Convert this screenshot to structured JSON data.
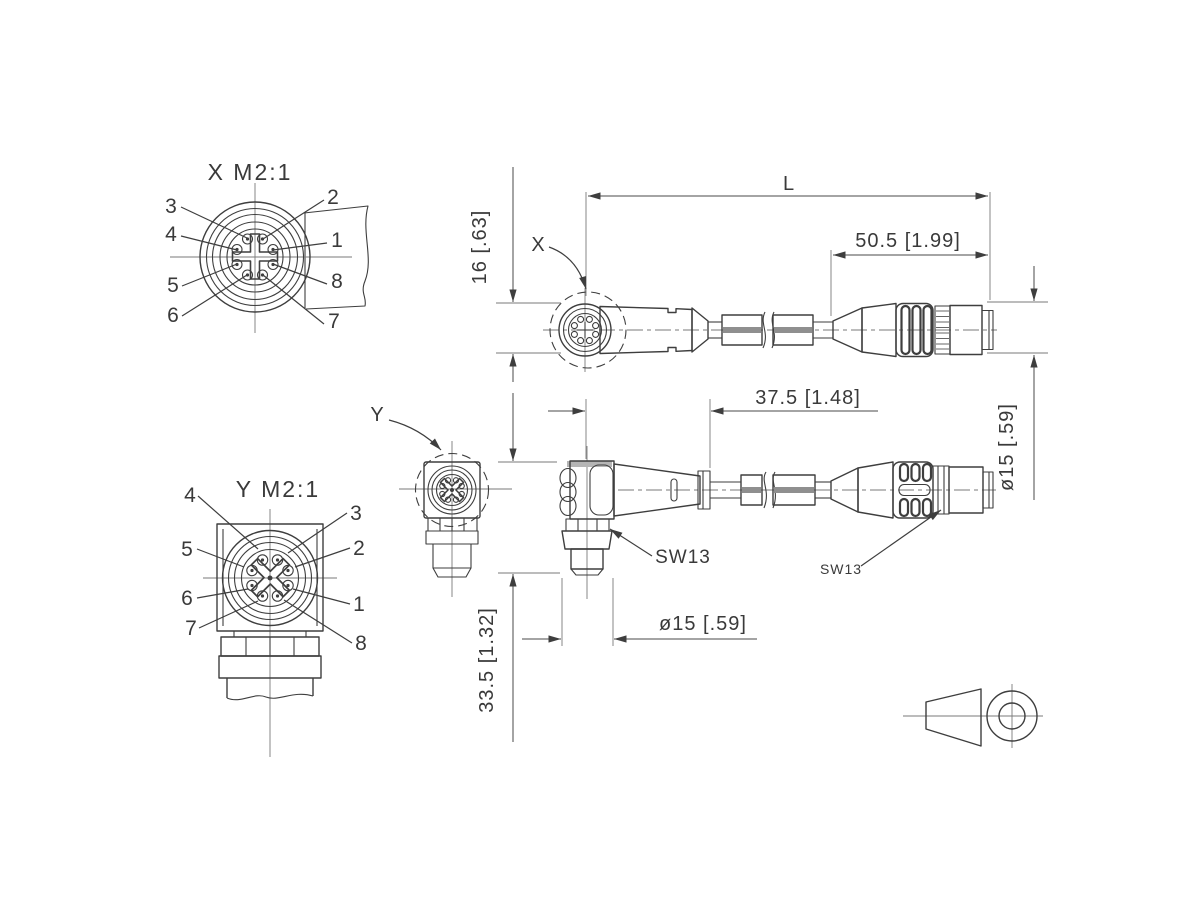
{
  "colors": {
    "background": "#ffffff",
    "line": "#3e3e3e",
    "thin_line": "#7a7a7a",
    "cable_band": "#8f8f8f"
  },
  "detail_x": {
    "title": "X M2:1",
    "left_labels": [
      "3",
      "4",
      "5",
      "6"
    ],
    "right_labels": [
      "2",
      "1",
      "8",
      "7"
    ]
  },
  "detail_y": {
    "title": "Y M2:1",
    "left_labels": [
      "4",
      "5",
      "6",
      "7"
    ],
    "right_labels": [
      "3",
      "2",
      "1",
      "8"
    ]
  },
  "view_top": {
    "ref_label": "X",
    "dim_length": "L",
    "dim_connector_length": "50.5 [1.99]",
    "dim_head_height": "16 [.63]",
    "dim_diameter": "ø15 [.59]"
  },
  "view_middle": {
    "ref_label": "Y",
    "dim_body_length": "37.5 [1.48]",
    "dim_height": "33.5 [1.32]",
    "dim_diameter": "ø15 [.59]",
    "wrench_size_left": "SW13",
    "wrench_size_right": "SW13"
  }
}
